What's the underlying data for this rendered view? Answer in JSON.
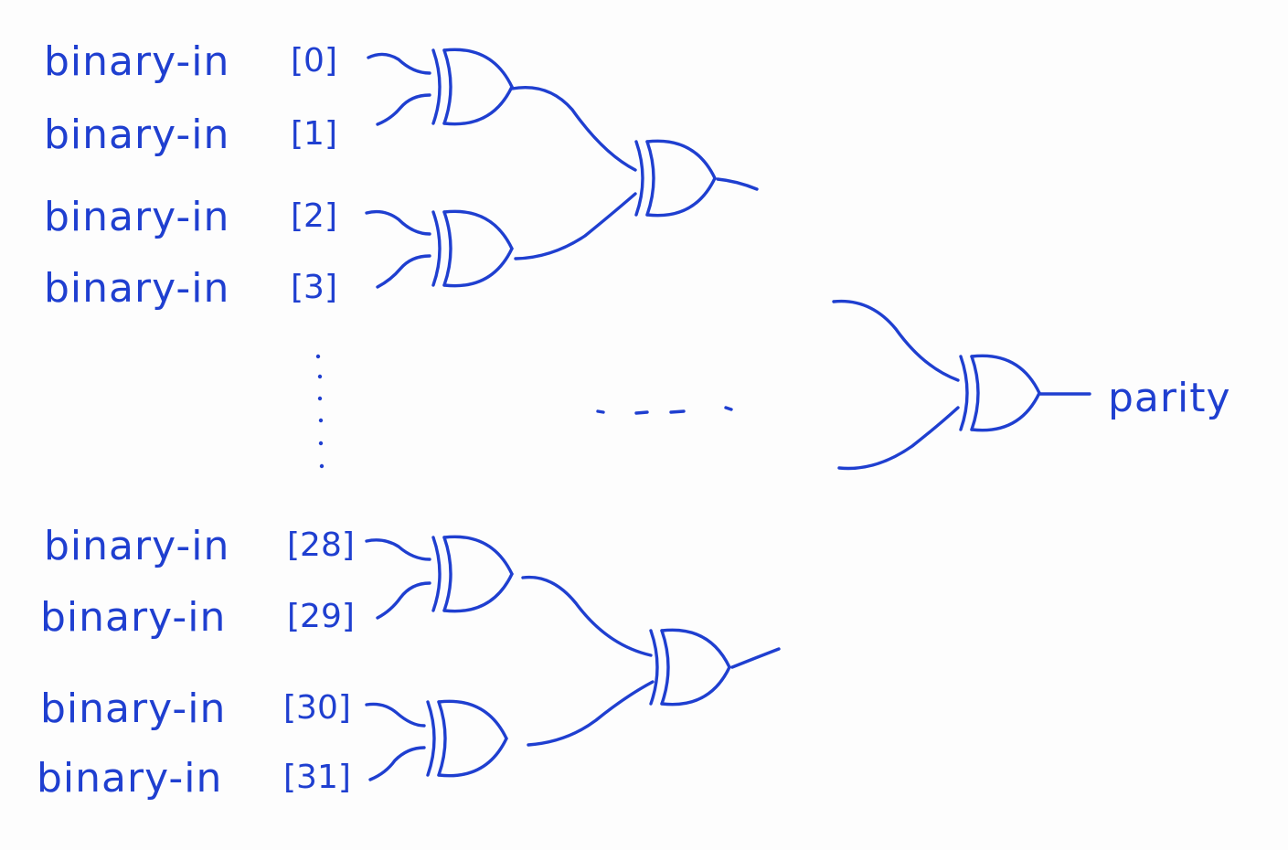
{
  "inputs": [
    {
      "name": "binary-in",
      "index": "[0]"
    },
    {
      "name": "binary-in",
      "index": "[1]"
    },
    {
      "name": "binary-in",
      "index": "[2]"
    },
    {
      "name": "binary-in",
      "index": "[3]"
    },
    {
      "name": "binary-in",
      "index": "[28]"
    },
    {
      "name": "binary-in",
      "index": "[29]"
    },
    {
      "name": "binary-in",
      "index": "[30]"
    },
    {
      "name": "binary-in",
      "index": "[31]"
    }
  ],
  "output": {
    "label": "parity"
  },
  "ink_color": "#1f3fd0",
  "gate_type": "XOR"
}
